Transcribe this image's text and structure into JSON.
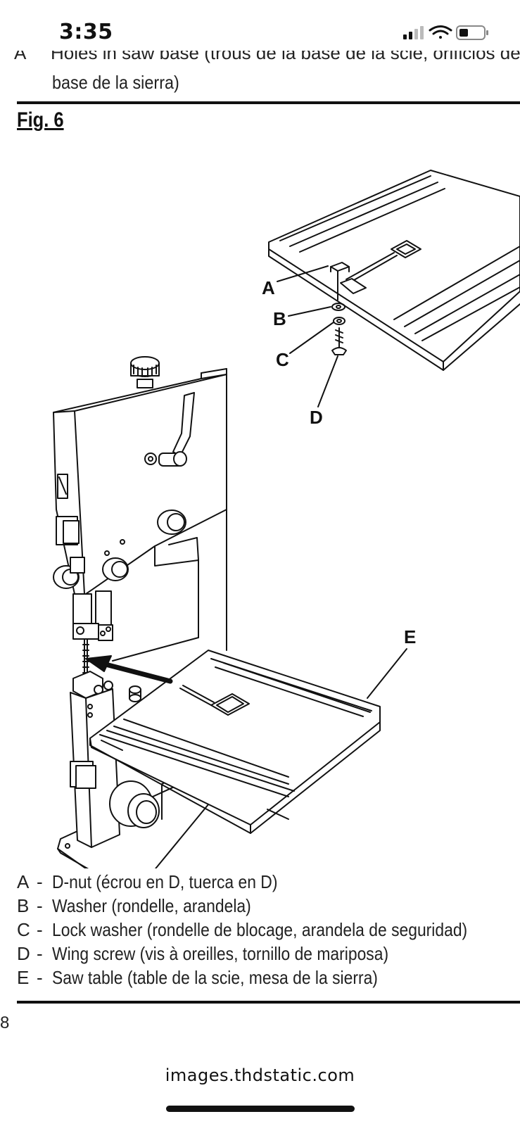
{
  "status_bar": {
    "time": "3:35"
  },
  "document": {
    "cut_item": {
      "key": "A",
      "text": "Holes in saw base (trous de la base de la scie, orificios de"
    },
    "cut_item_continuation": "base de la sierra)",
    "figure_title": "Fig. 6",
    "callouts": {
      "a": "A",
      "b": "B",
      "c": "C",
      "d": "D",
      "e": "E"
    },
    "legend": [
      {
        "key": "A",
        "text": "D-nut (écrou en D, tuerca en D)"
      },
      {
        "key": "B",
        "text": "Washer (rondelle, arandela)"
      },
      {
        "key": "C",
        "text": "Lock washer (rondelle de blocage, arandela de seguridad)"
      },
      {
        "key": "D",
        "text": "Wing screw (vis à oreilles, tornillo de mariposa)"
      },
      {
        "key": "E",
        "text": "Saw table (table de la scie, mesa de la sierra)"
      }
    ],
    "legend_dash": "-",
    "page_number": "8"
  },
  "browser": {
    "url": "images.thdstatic.com"
  }
}
